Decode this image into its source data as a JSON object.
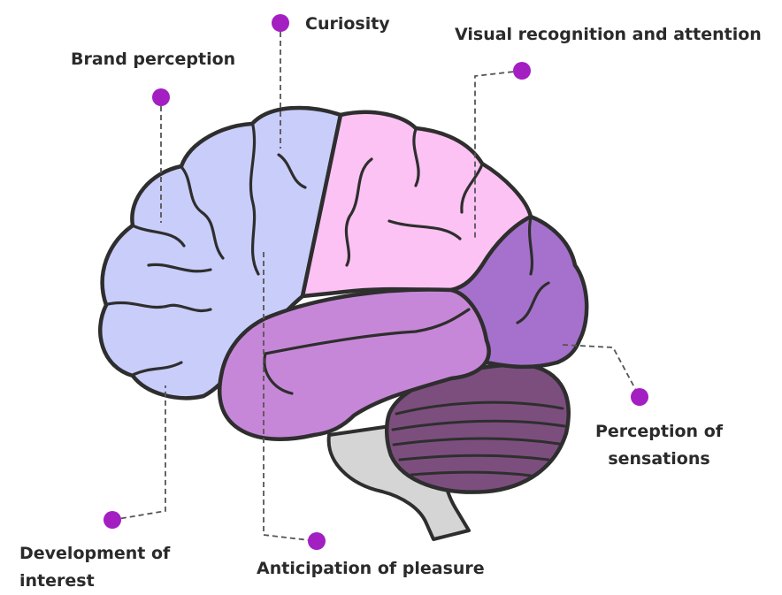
{
  "colors": {
    "frontal": "#c9cdfa",
    "parietal": "#fdc2f4",
    "temporal": "#c787d8",
    "occipital": "#a671cc",
    "cerebellum": "#7c4e7e",
    "brainstem": "#d5d5d5",
    "outline": "#2e2e2e",
    "dot": "#a31fc2",
    "leader": "#555555"
  },
  "labels": {
    "curiosity": "Curiosity",
    "visual": "Visual recognition and attention",
    "brand": "Brand perception",
    "sensations_line1": "Perception of",
    "sensations_line2": "sensations",
    "development_line1": "Development of",
    "development_line2": "interest",
    "anticipation": "Anticipation of pleasure"
  }
}
